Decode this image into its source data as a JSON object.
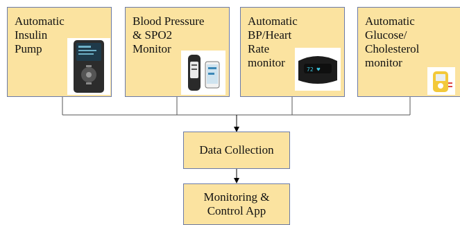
{
  "devices": [
    {
      "label": "Automatic\nInsulin\nPump",
      "icon": "insulin-pump-icon"
    },
    {
      "label": "Blood Pressure\n& SPO2\nMonitor",
      "icon": "bp-spo2-monitor-icon"
    },
    {
      "label": "Automatic\nBP/Heart\nRate\nmonitor",
      "icon": "wrist-band-icon"
    },
    {
      "label": "Automatic\nGlucose/\nCholesterol\nmonitor",
      "icon": "glucose-meter-icon"
    }
  ],
  "collection": {
    "label": "Data Collection"
  },
  "app": {
    "label": "Monitoring &\nControl App"
  },
  "colors": {
    "box_fill": "#fbe3a0",
    "box_border": "#6a7aa8",
    "connector": "#333333"
  }
}
